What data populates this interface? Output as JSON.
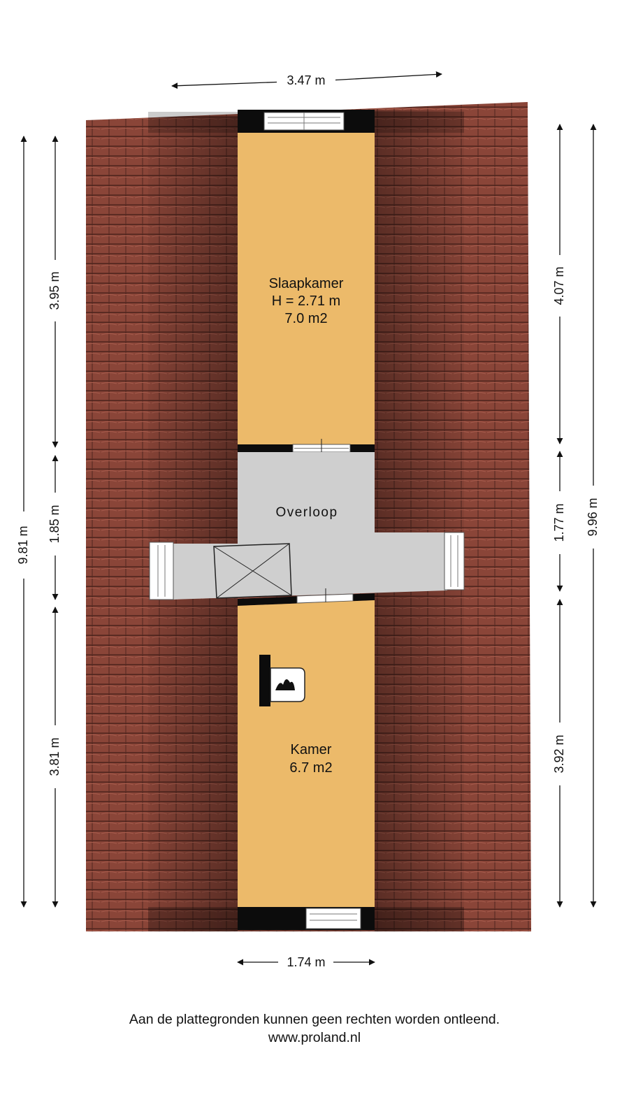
{
  "rooms": {
    "slaapkamer": {
      "name": "Slaapkamer",
      "height": "H = 2.71 m",
      "area": "7.0 m2"
    },
    "overloop": {
      "name": "Overloop"
    },
    "kamer": {
      "name": "Kamer",
      "area": "6.7 m2"
    }
  },
  "dimensions": {
    "top_width": "3.47 m",
    "bottom_width": "1.74 m",
    "left_total": "9.81 m",
    "left_upper": "3.95 m",
    "left_middle": "1.85 m",
    "left_lower": "3.81 m",
    "right_upper": "4.07 m",
    "right_middle": "1.77 m",
    "right_lower": "3.92 m",
    "right_total": "9.96 m"
  },
  "footer": {
    "disclaimer": "Aan de plattegronden kunnen geen rechten worden ontleend.",
    "website": "www.proland.nl"
  },
  "colors": {
    "roof_tile": "#8a4538",
    "roof_dark": "#5a2a22",
    "room_floor": "#ecba6a",
    "landing_floor": "#cfcfcf",
    "wall": "#0c0c0c"
  }
}
